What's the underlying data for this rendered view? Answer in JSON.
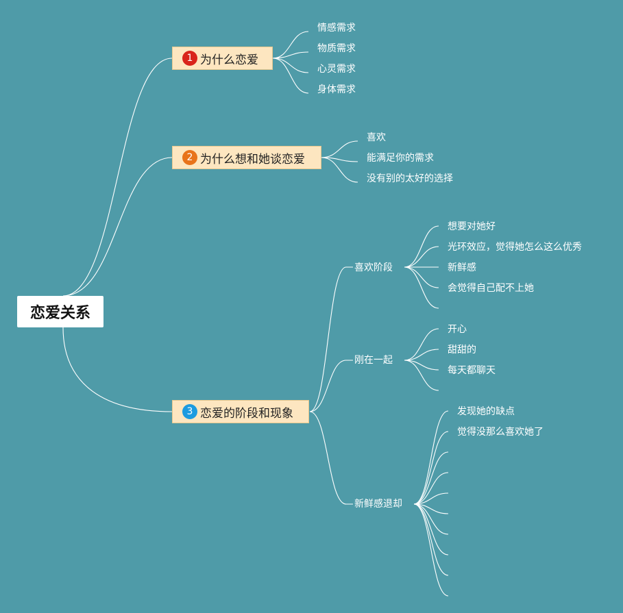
{
  "root": {
    "label": "恋爱关系"
  },
  "branches": [
    {
      "number": "1",
      "label": "为什么恋爱",
      "color": "#d9241a",
      "leaves": [
        "情感需求",
        "物质需求",
        "心灵需求",
        "身体需求"
      ]
    },
    {
      "number": "2",
      "label": "为什么想和她谈恋爱",
      "color": "#e8731a",
      "leaves": [
        "喜欢",
        "能满足你的需求",
        "没有别的太好的选择"
      ]
    },
    {
      "number": "3",
      "label": "恋爱的阶段和现象",
      "color": "#1d9be0",
      "subtopics": [
        {
          "label": "喜欢阶段",
          "leaves": [
            "想要对她好",
            "光环效应，觉得她怎么这么优秀",
            "新鲜感",
            "会觉得自己配不上她",
            ""
          ]
        },
        {
          "label": "刚在一起",
          "leaves": [
            "开心",
            "甜甜的",
            "每天都聊天",
            ""
          ]
        },
        {
          "label": "新鲜感退却",
          "leaves": [
            "发现她的缺点",
            "觉得没那么喜欢她了",
            "",
            "",
            "",
            "",
            "",
            "",
            "",
            ""
          ]
        }
      ]
    }
  ]
}
